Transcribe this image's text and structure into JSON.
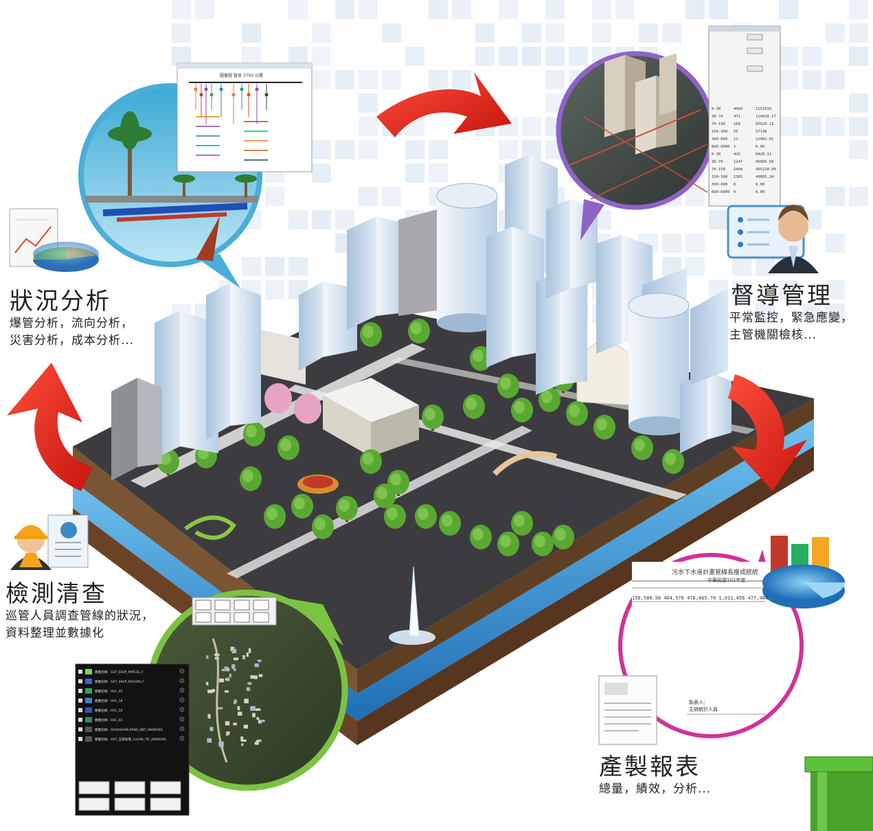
{
  "labels": {
    "analysis": {
      "title": "狀況分析",
      "lines": [
        "爆管分析，流向分析，",
        "災害分析，成本分析..."
      ]
    },
    "supervision": {
      "title": "督導管理",
      "lines": [
        "平常監控，緊急應變，",
        "主管機關檢核..."
      ]
    },
    "inspection": {
      "title": "檢測清查",
      "lines": [
        "巡管人員調查管線的狀況，",
        "資料整理並數據化"
      ]
    },
    "report": {
      "title": "產製報表",
      "lines": [
        "總量，績效，分析..."
      ]
    }
  },
  "report_sheet": {
    "title": "污水下水道計畫管線長度成統統",
    "subtitle": "中華民國102年度",
    "row": "158,580.50  464,576  476,465.70  1,011,456  477,484.07",
    "footer": [
      "製表人：",
      "主辦統計人員"
    ]
  },
  "mobile_layers": [
    "圖層名稱：G07_SSVP_PARCEL_F",
    "圖層名稱：G07_SSVP_REGION_F",
    "圖層名稱：H01_02",
    "圖層名稱：H01_18",
    "圖層名稱：H01_50",
    "圖層名稱：H01_03",
    "圖層名稱：SHOUSHAN PANG_BBT_ANDROID",
    "圖層名稱：G07_亞衛衛像_CLEAN_TIF_ANDROID"
  ],
  "pipe_profile": {
    "title": "圖量圖  管徑 3700 公厘"
  },
  "gis_panel": {
    "rows": [
      [
        "0-30",
        "4060",
        "1151010"
      ],
      [
        "30-70",
        "471",
        "114028.17"
      ],
      [
        "70-150",
        "168",
        "65620.13"
      ],
      [
        "150-300",
        "55",
        "57148"
      ],
      [
        "300-600",
        "12",
        "12981.01"
      ],
      [
        "600-6000",
        "1",
        "0.00"
      ],
      [
        "0-30",
        "415",
        "6420.11"
      ],
      [
        "30-70",
        "1247",
        "56689.50"
      ],
      [
        "70-150",
        "2494",
        "495220.90"
      ],
      [
        "150-300",
        "1365",
        "49805.24"
      ],
      [
        "300-600",
        "0",
        "0.00"
      ],
      [
        "600-6000",
        "0",
        "0.00"
      ]
    ]
  },
  "colors": {
    "arrow": "#e2231a",
    "water": "#2f86cc",
    "soil": "#6b4226",
    "ground": "#3c3c40",
    "road": "#e9e9e9",
    "ring_analysis": "#4aaed9",
    "ring_supervision": "#8e63c8",
    "ring_inspection": "#7cc242",
    "ring_report": "#d0329a",
    "tree": "#5aa832"
  },
  "icons": [
    "report-chart-icon",
    "manager-icon",
    "inspector-icon",
    "statistics-icon",
    "document-icon",
    "pipe-icon"
  ]
}
